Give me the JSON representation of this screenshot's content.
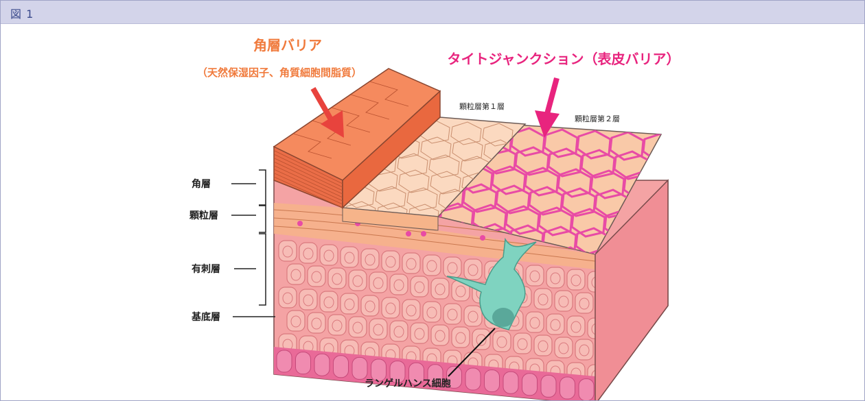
{
  "figure": {
    "label": "図 1"
  },
  "diagram": {
    "callouts": {
      "stratum_corneum_barrier": {
        "title": "角層バリア",
        "subtitle": "（天然保湿因子、角質細胞間脂質）",
        "color": "#f07a3c"
      },
      "tight_junction": {
        "title": "タイトジャンクション（表皮バリア）",
        "color": "#e8247e"
      }
    },
    "granular_labels": {
      "first": "顆粒層第１層",
      "second": "顆粒層第２層"
    },
    "layers": [
      {
        "name": "角層"
      },
      {
        "name": "顆粒層"
      },
      {
        "name": "有刺層"
      },
      {
        "name": "基底層"
      }
    ],
    "cell_label": "ランゲルハンス細胞",
    "colors": {
      "corneum": "#f47f57",
      "granular_top": "#f9c9a8",
      "tight_junction": "#e84ba5",
      "spinous": "#f4a3a4",
      "cell": "#f7bcb6",
      "basal": "#e96a98",
      "langerhans": "#7fd3c0"
    }
  }
}
